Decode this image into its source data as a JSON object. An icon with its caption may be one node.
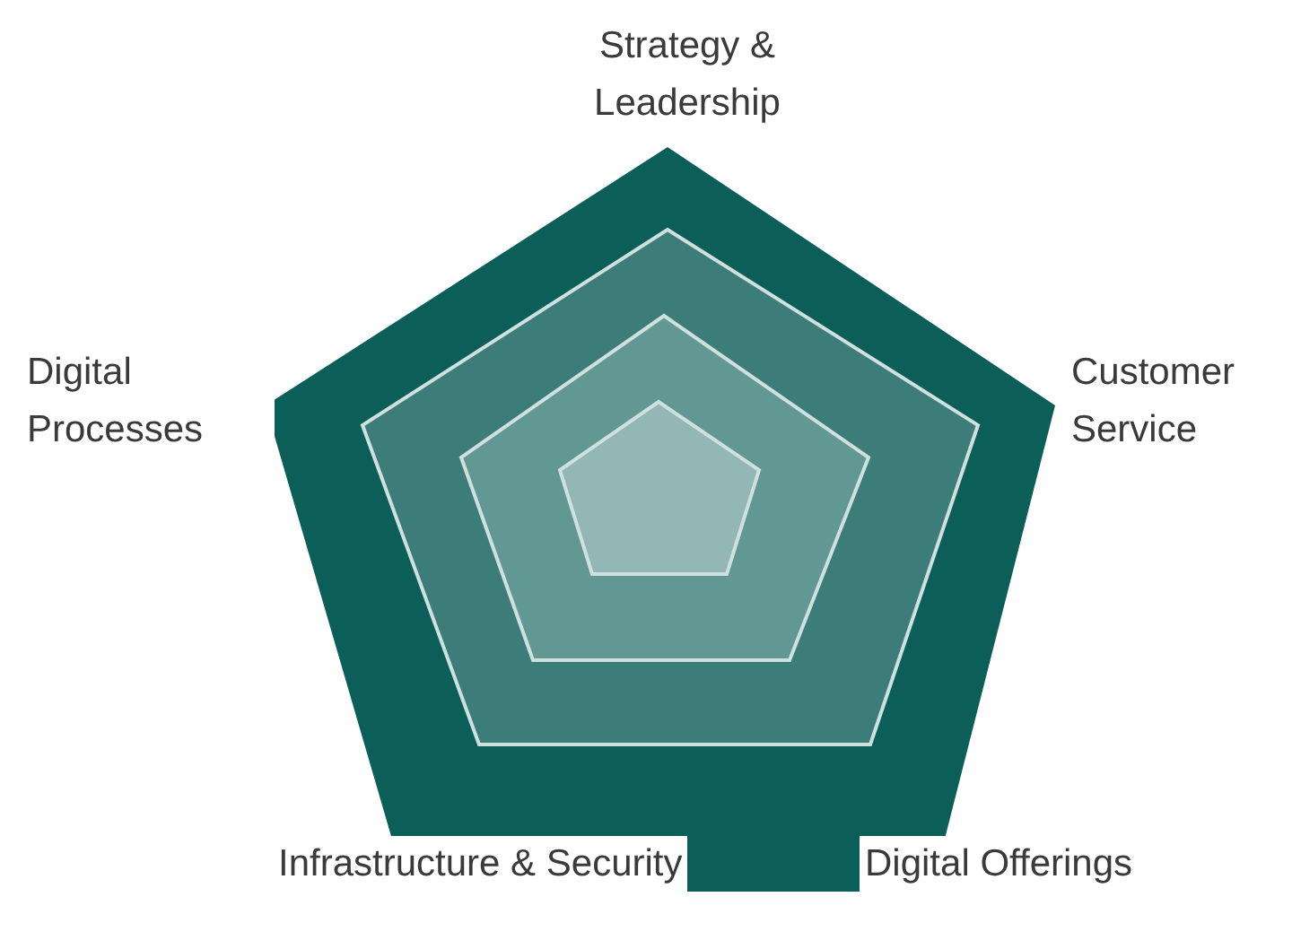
{
  "diagram": {
    "labels": [
      "Strategy & Leadership",
      "Customer Service",
      "Digital Processes",
      "Infrastructure & Security",
      "Digital Offerings"
    ]
  }
}
